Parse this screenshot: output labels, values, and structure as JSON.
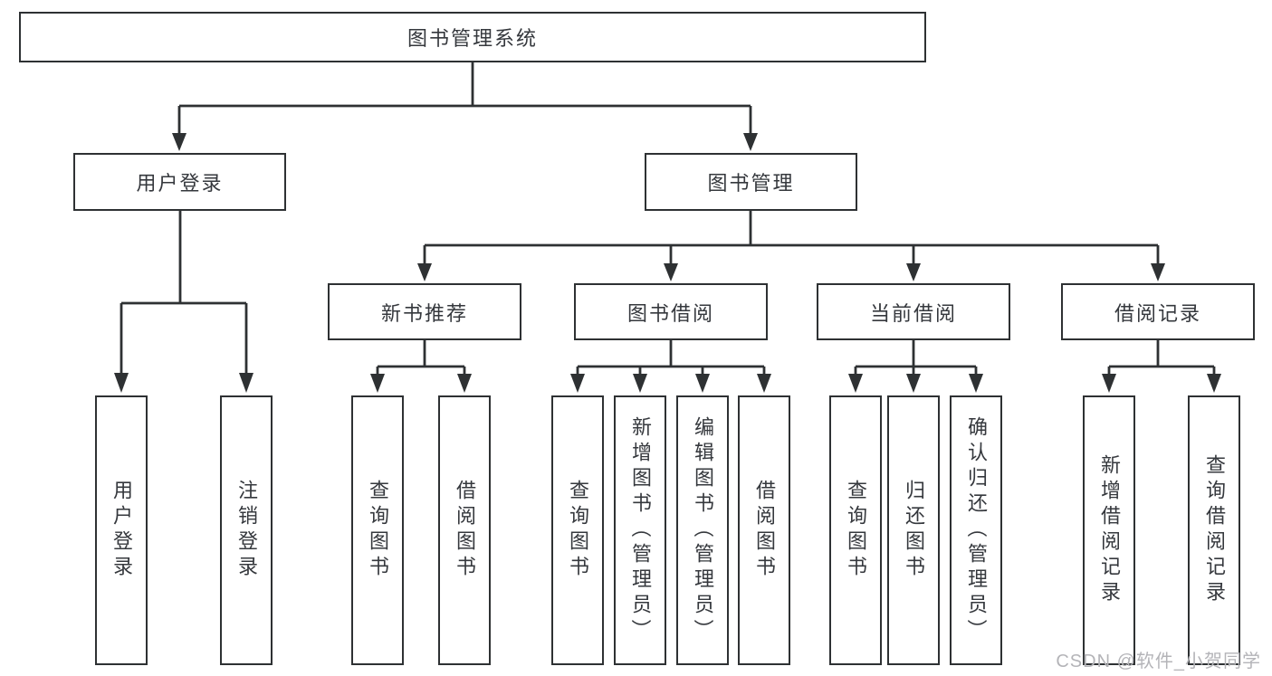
{
  "diagram": {
    "root": {
      "label": "图书管理系统"
    },
    "level2": [
      {
        "label": "用户登录"
      },
      {
        "label": "图书管理"
      }
    ],
    "level3": [
      {
        "label": "新书推荐"
      },
      {
        "label": "图书借阅"
      },
      {
        "label": "当前借阅"
      },
      {
        "label": "借阅记录"
      }
    ],
    "leaves": [
      {
        "label": "用户登录"
      },
      {
        "label": "注销登录"
      },
      {
        "label": "查询图书"
      },
      {
        "label": "借阅图书"
      },
      {
        "label": "查询图书"
      },
      {
        "label": "新增图书（管理员）"
      },
      {
        "label": "编辑图书（管理员）"
      },
      {
        "label": "借阅图书"
      },
      {
        "label": "查询图书"
      },
      {
        "label": "归还图书"
      },
      {
        "label": "确认归还（管理员）"
      },
      {
        "label": "新增借阅记录"
      },
      {
        "label": "查询借阅记录"
      }
    ]
  },
  "watermark": {
    "text": "CSDN @软件_小贺同学"
  },
  "colors": {
    "line": "#2e3133",
    "text": "#35383d",
    "watermark": "#b4b4b8",
    "background": "#ffffff"
  }
}
